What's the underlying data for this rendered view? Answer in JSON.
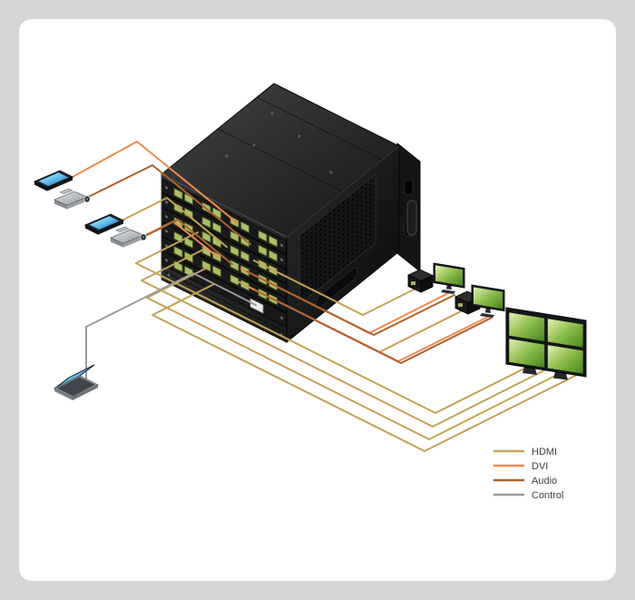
{
  "legend": {
    "items": [
      {
        "id": "hdmi",
        "label": "HDMI"
      },
      {
        "id": "dvi",
        "label": "DVI"
      },
      {
        "id": "audio",
        "label": "Audio"
      },
      {
        "id": "control",
        "label": "Control"
      }
    ]
  },
  "colors": {
    "hdmi": "#c3a355",
    "dvi": "#ef8b4a",
    "audio": "#aa6230",
    "control": "#9b9b9b",
    "canvas": "#d6d6d6",
    "card": "#ffffff",
    "legend_text": "#414141"
  },
  "figures": {
    "sources": [
      "media-player-1",
      "camcorder-1",
      "media-player-2",
      "camcorder-2"
    ],
    "control_station": "laptop",
    "switch": "modular-matrix-switch",
    "sinks": [
      "receiver-1",
      "display-1",
      "receiver-2",
      "display-2",
      "video-wall-2x2"
    ]
  }
}
